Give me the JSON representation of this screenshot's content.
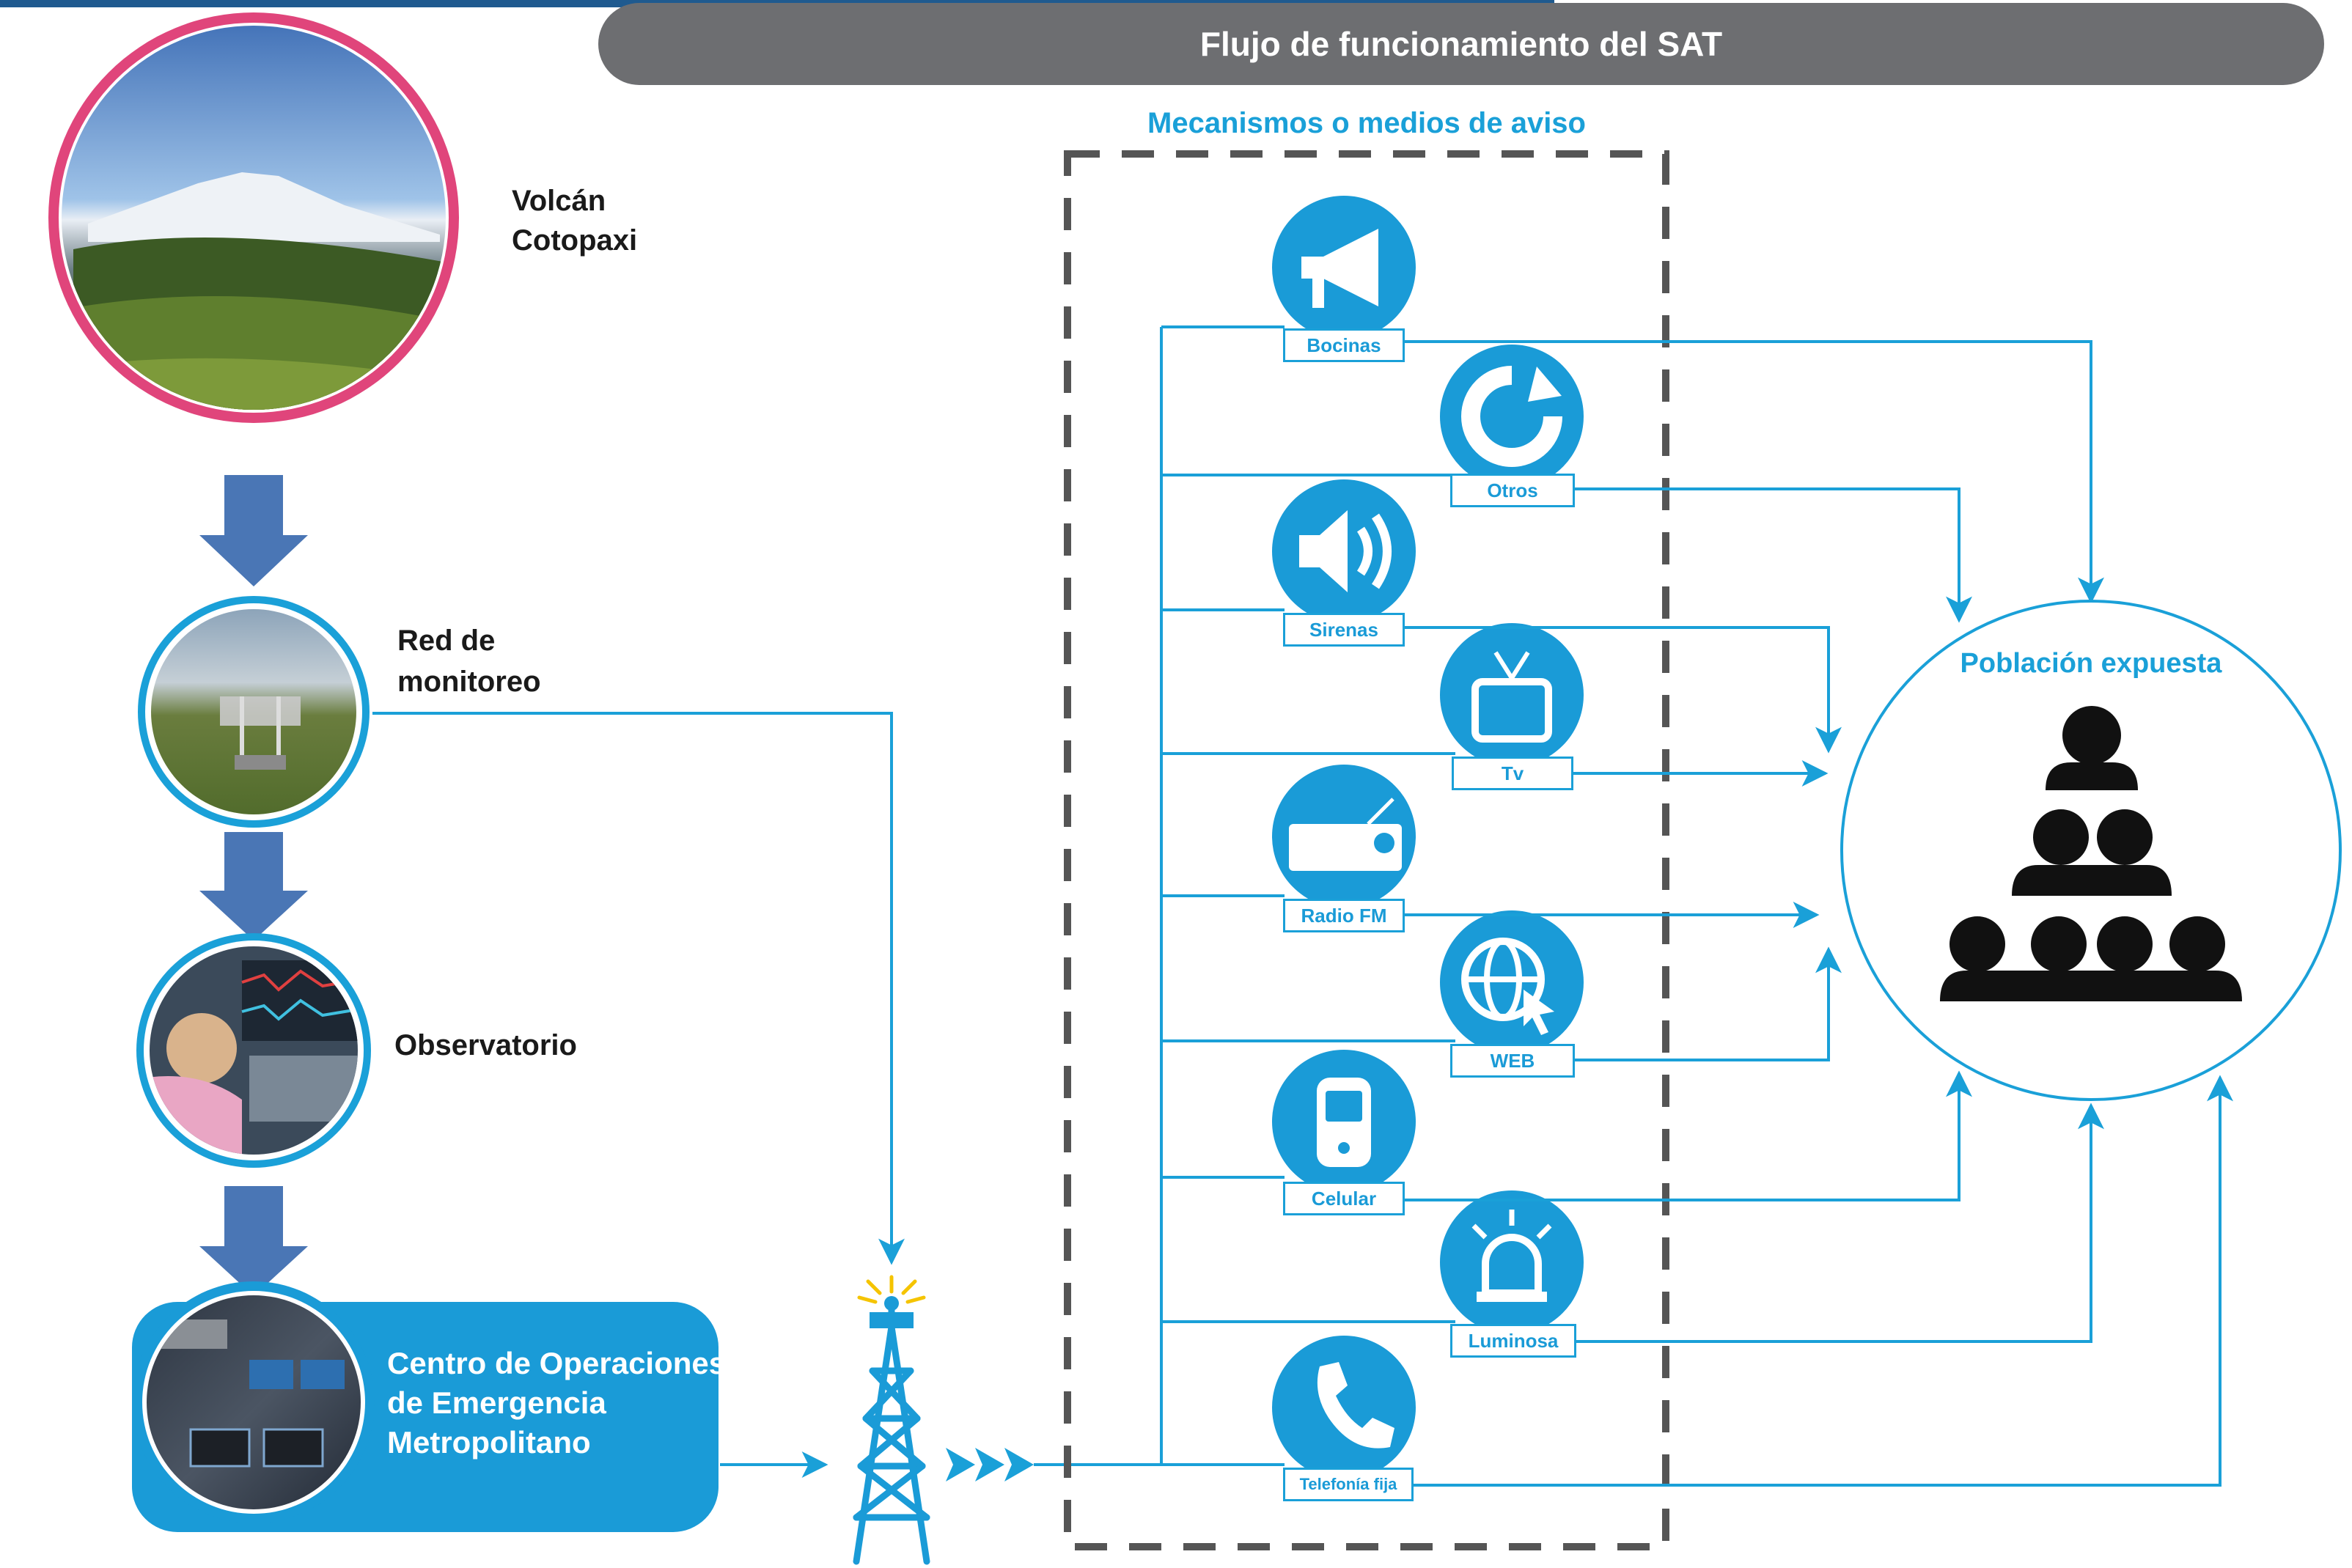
{
  "title": "Flujo de funcionamiento del SAT",
  "sources": {
    "volcano": {
      "line1": "Volcán",
      "line2": "Cotopaxi"
    },
    "network": {
      "line1": "Red de",
      "line2": "monitoreo"
    },
    "observatory": {
      "label": "Observatorio"
    },
    "coe": {
      "line1": "Centro de Operaciones",
      "line2": "de Emergencia",
      "line3": "Metropolitano"
    }
  },
  "mechanisms": {
    "header": "Mecanismos o medios de aviso",
    "items": [
      {
        "label": "Bocinas",
        "icon": "megaphone-icon"
      },
      {
        "label": "Otros",
        "icon": "refresh-icon"
      },
      {
        "label": "Sirenas",
        "icon": "speaker-icon"
      },
      {
        "label": "Tv",
        "icon": "tv-icon"
      },
      {
        "label": "Radio FM",
        "icon": "radio-icon"
      },
      {
        "label": "WEB",
        "icon": "globe-cursor-icon"
      },
      {
        "label": "Celular",
        "icon": "cellphone-icon"
      },
      {
        "label": "Luminosa",
        "icon": "beacon-light-icon"
      },
      {
        "label": "Telefonía fija",
        "icon": "telephone-icon"
      }
    ]
  },
  "target": {
    "label": "Población expuesta",
    "icon": "people-pyramid-icon"
  },
  "colors": {
    "accent": "#1aa0d8",
    "arrow": "#4a76b5",
    "pink": "#e0457b",
    "title_bar": "#6d6e71",
    "dash": "#555555"
  }
}
